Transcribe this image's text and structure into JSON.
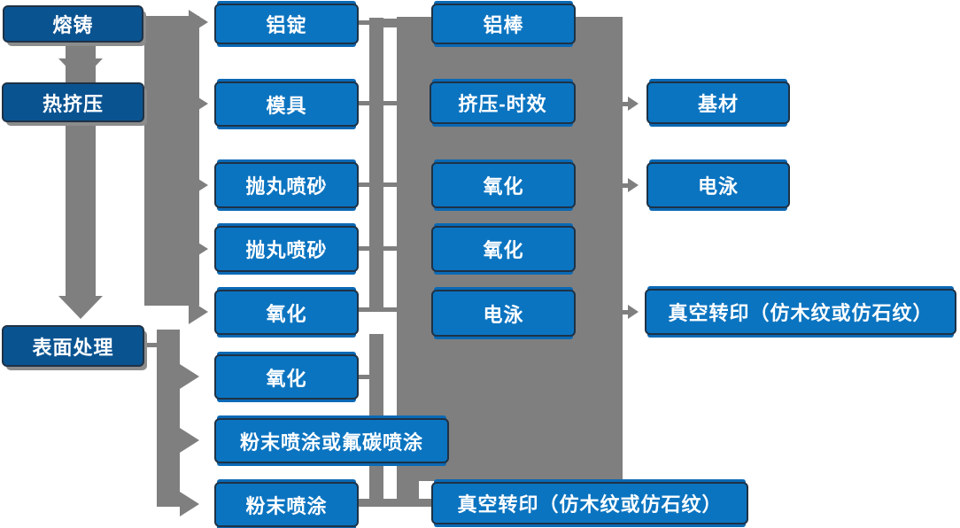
{
  "diagram_title": "aluminium-profile-production-process-flow",
  "nodes": {
    "rongzhu": {
      "label": "熔铸"
    },
    "rejiya": {
      "label": "热挤压"
    },
    "biaomian": {
      "label": "表面处理"
    },
    "lvding": {
      "label": "铝锭"
    },
    "muju": {
      "label": "模具"
    },
    "paowan1": {
      "label": "抛丸喷砂"
    },
    "paowan2": {
      "label": "抛丸喷砂"
    },
    "yanghua_c2a": {
      "label": "氧化"
    },
    "yanghua_c2b": {
      "label": "氧化"
    },
    "fenmo_fu": {
      "label": "粉末喷涂或氟碳喷涂"
    },
    "fenmo": {
      "label": "粉末喷涂"
    },
    "lvbang": {
      "label": "铝棒"
    },
    "jiya": {
      "label": "挤压-时效"
    },
    "yanghua_c3a": {
      "label": "氧化"
    },
    "yanghua_c3b": {
      "label": "氧化"
    },
    "dianyong_c3": {
      "label": "电泳"
    },
    "jicai": {
      "label": "基材"
    },
    "dianyong_c4": {
      "label": "电泳"
    },
    "zhenkong1": {
      "label": "真空转印（仿木纹或仿石纹）"
    },
    "zhenkong2": {
      "label": "真空转印（仿木纹或仿石纹）"
    }
  },
  "colors": {
    "node_fill": "#0B74C0",
    "node_fill_dark": "#0A5391",
    "node_border": "#1E3246",
    "connector_gray": "#7F7F7F",
    "highlight_line": "#0A69B5",
    "text": "#FFFFFF",
    "background": "#FFFFFF"
  }
}
